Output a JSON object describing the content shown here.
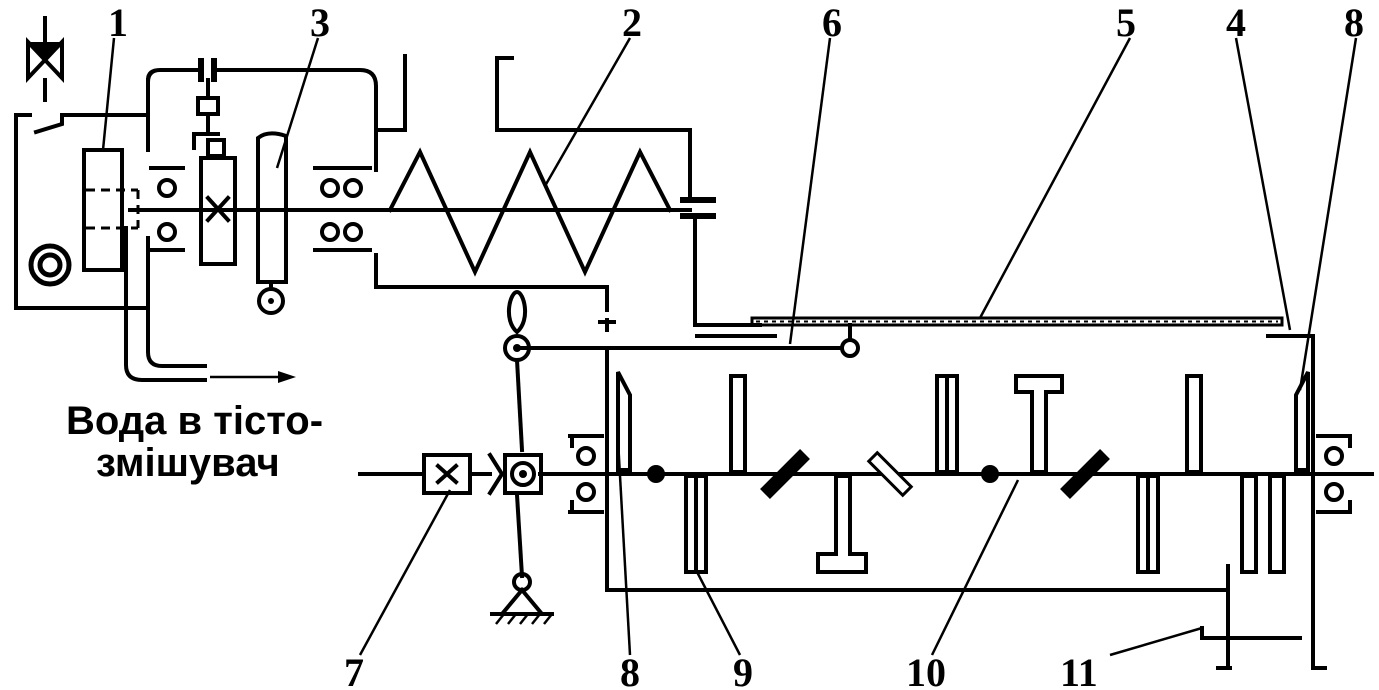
{
  "diagram": {
    "labels": {
      "n1": "1",
      "n2": "2",
      "n3": "3",
      "n4": "4",
      "n5": "5",
      "n6": "6",
      "n7": "7",
      "n8_top": "8",
      "n8_bottom": "8",
      "n9": "9",
      "n10": "10",
      "n11": "11"
    },
    "caption": {
      "line1": "Вода в тісто-",
      "line2": "змішувач"
    }
  }
}
